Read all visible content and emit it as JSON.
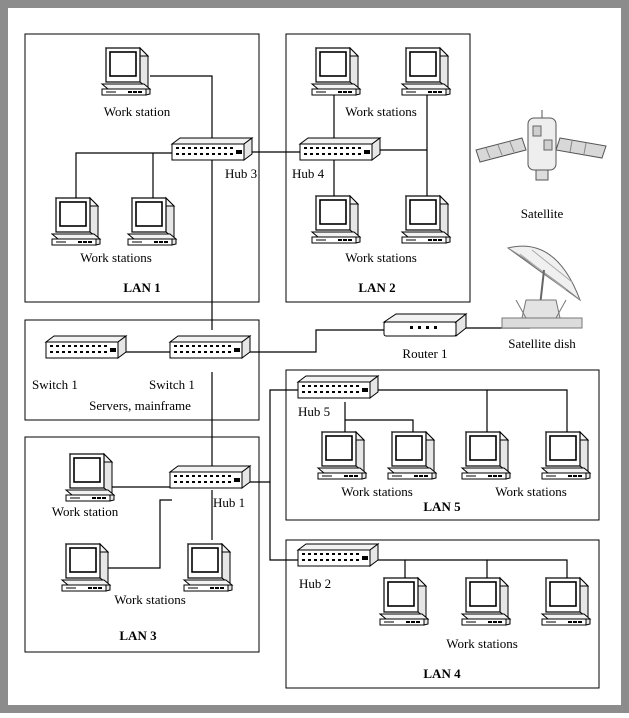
{
  "lans": {
    "lan1": "LAN 1",
    "lan2": "LAN 2",
    "lan3": "LAN 3",
    "lan4": "LAN 4",
    "lan5": "LAN 5"
  },
  "labels": {
    "ws_lan1_top": "Work station",
    "ws_lan1_bottom": "Work stations",
    "ws_lan2_top": "Work stations",
    "ws_lan2_bottom": "Work stations",
    "hub3": "Hub 3",
    "hub4": "Hub 4",
    "satellite": "Satellite",
    "satellite_dish": "Satellite dish",
    "router1": "Router 1",
    "switch_left": "Switch 1",
    "switch_right": "Switch 1",
    "servers": "Servers, mainframe",
    "hub5": "Hub 5",
    "ws_lan5_left": "Work stations",
    "ws_lan5_right": "Work stations",
    "hub1": "Hub 1",
    "ws_lan3_top": "Work station",
    "ws_lan3_bottom": "Work stations",
    "hub2": "Hub 2",
    "ws_lan4": "Work stations"
  },
  "colors": {
    "frame": "#8c8c8c",
    "device_face": "#ffffff",
    "device_side": "#e6e6e6"
  }
}
